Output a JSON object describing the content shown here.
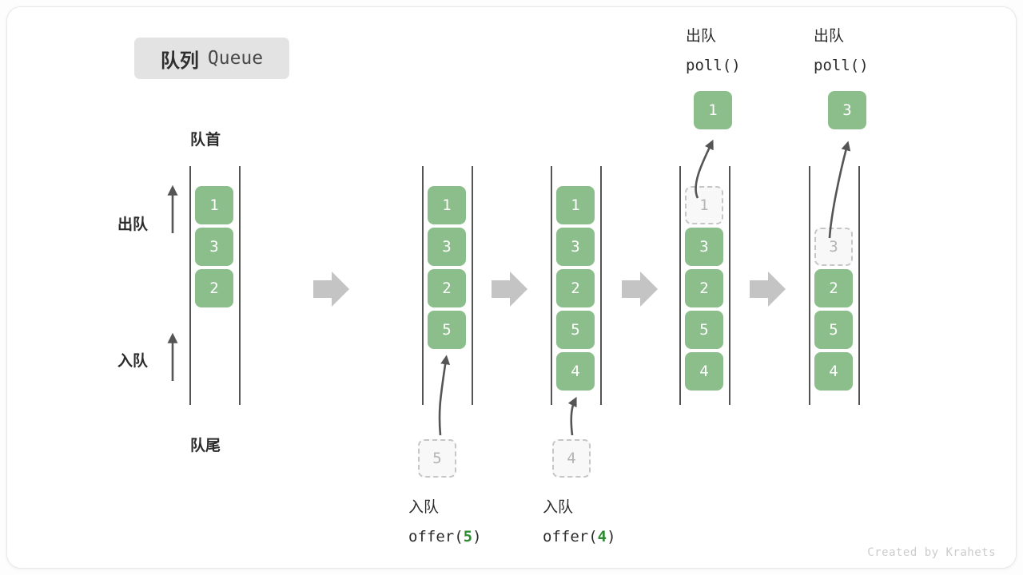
{
  "title": {
    "cn": "队列",
    "en": "Queue"
  },
  "labels": {
    "head": "队首",
    "tail": "队尾",
    "dequeue_side": "出队",
    "enqueue_side": "入队"
  },
  "credit": "Created by Krahets",
  "colors": {
    "item_fill": "#8cbe8b",
    "item_text": "#ffffff",
    "ghost_fill": "#f8f8f8",
    "ghost_border": "#c6c6c6",
    "ghost_text": "#b4b4b4",
    "rail": "#555555",
    "arrow": "#555555",
    "separator_arrow": "#c4c4c4",
    "badge_bg": "#e3e3e3",
    "accent_green": "#2e8b34",
    "credit_text": "#cccccc"
  },
  "columns": [
    {
      "id": "initial",
      "caption_cn": "",
      "caption_code": "",
      "caption_arg": "",
      "items": [
        "1",
        "3",
        "2"
      ],
      "ghost_top": null,
      "ghost_bottom": null,
      "popped": null,
      "slot_offset": 0
    },
    {
      "id": "offer-5",
      "caption_cn": "入队",
      "caption_code": "offer(",
      "caption_arg": "5",
      "caption_code_end": ")",
      "items": [
        "1",
        "3",
        "2",
        "5"
      ],
      "ghost_bottom": "5",
      "popped": null,
      "slot_offset": 0
    },
    {
      "id": "offer-4",
      "caption_cn": "入队",
      "caption_code": "offer(",
      "caption_arg": "4",
      "caption_code_end": ")",
      "items": [
        "1",
        "3",
        "2",
        "5",
        "4"
      ],
      "ghost_bottom": "4",
      "popped": null,
      "slot_offset": 0
    },
    {
      "id": "poll-1",
      "caption_cn": "出队",
      "caption_code": "poll()",
      "caption_arg": "",
      "items": [
        "3",
        "2",
        "5",
        "4"
      ],
      "ghost_top": "1",
      "popped": "1",
      "slot_offset": 0
    },
    {
      "id": "poll-3",
      "caption_cn": "出队",
      "caption_code": "poll()",
      "caption_arg": "",
      "items": [
        "2",
        "5",
        "4"
      ],
      "ghost_top": "3",
      "popped": "3",
      "slot_offset": 1
    }
  ]
}
